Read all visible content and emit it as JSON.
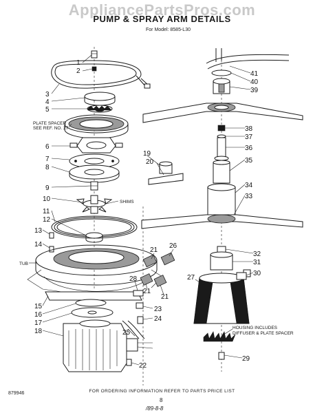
{
  "watermark": "AppliancePartsPros.com",
  "title": "PUMP & SPRAY ARM DETAILS",
  "model_line": "For Model: 8585-L30",
  "notes": {
    "plate_spacer_1": "PLATE SPACER",
    "plate_spacer_2": "SEE REF. NO. 27",
    "shims": "SHIMS",
    "tub": "TUB",
    "housing_1": "HOUSING INCLUDES",
    "housing_2": "DIFFUSER & PLATE SPACER"
  },
  "part_numbers": [
    "1",
    "2",
    "3",
    "4",
    "5",
    "6",
    "7",
    "8",
    "9",
    "10",
    "11",
    "12",
    "13",
    "14",
    "15",
    "16",
    "17",
    "18",
    "19",
    "20",
    "21",
    "21",
    "21",
    "22",
    "23",
    "24",
    "25",
    "26",
    "27",
    "28",
    "29",
    "30",
    "31",
    "32",
    "33",
    "34",
    "35",
    "36",
    "37",
    "38",
    "39",
    "40",
    "41"
  ],
  "footer": "FOR ORDERING INFORMATION REFER TO PARTS PRICE LIST",
  "doc_code": "879946",
  "page_number": "8",
  "revision": "/89-8-8"
}
